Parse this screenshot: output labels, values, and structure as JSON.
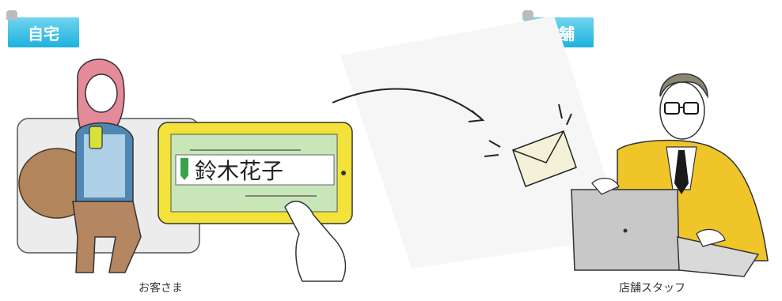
{
  "tags": {
    "home": "自宅",
    "shop": "店舗"
  },
  "tablet": {
    "signature": "鈴木花子"
  },
  "captions": {
    "customer": "お客さま",
    "staff": "店舗スタッフ"
  },
  "colors": {
    "tag_blue": "#1fb2df",
    "tablet_frame": "#f2e23a",
    "tablet_screen": "#c9e6b8",
    "staff_jacket": "#f0c52a"
  }
}
